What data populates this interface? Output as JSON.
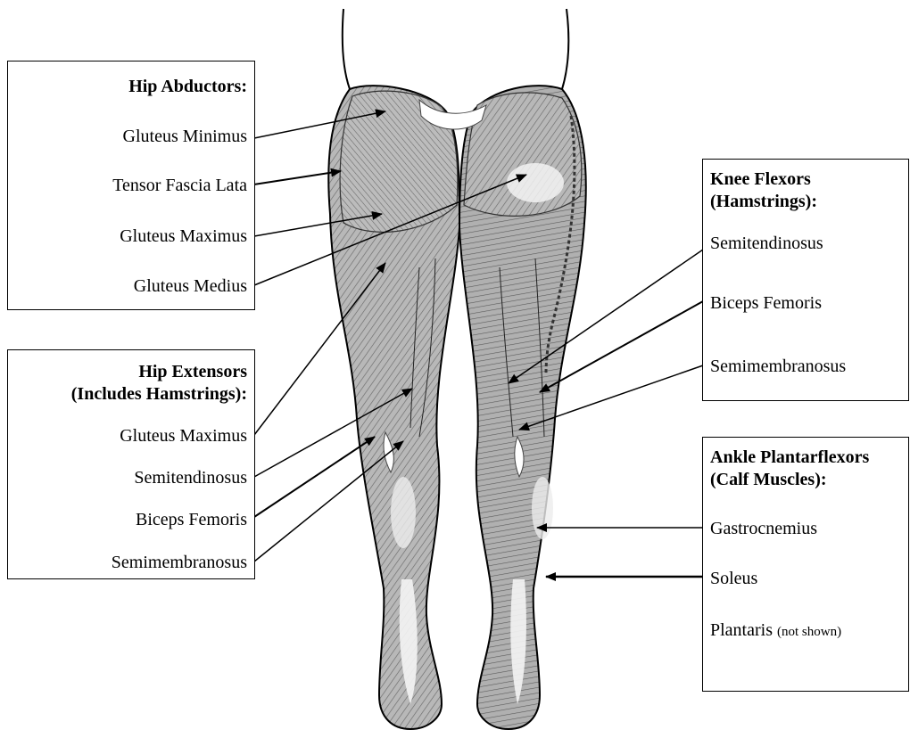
{
  "hip_abductors": {
    "title": "Hip Abductors:",
    "items": [
      "Gluteus Minimus",
      "Tensor Fascia Lata",
      "Gluteus Maximus",
      "Gluteus Medius"
    ]
  },
  "hip_extensors": {
    "title_line1": "Hip Extensors",
    "title_line2": "(Includes Hamstrings):",
    "items": [
      "Gluteus Maximus",
      "Semitendinosus",
      "Biceps Femoris",
      "Semimembranosus"
    ]
  },
  "knee_flexors": {
    "title_line1": "Knee Flexors",
    "title_line2": "(Hamstrings):",
    "items": [
      "Semitendinosus",
      "Biceps Femoris",
      "Semimembranosus"
    ]
  },
  "ankle_plantarflexors": {
    "title_line1": "Ankle Plantarflexors",
    "title_line2": "(Calf Muscles):",
    "items": [
      "Gastrocnemius",
      "Soleus",
      "Plantaris"
    ],
    "note": "(not shown)"
  }
}
